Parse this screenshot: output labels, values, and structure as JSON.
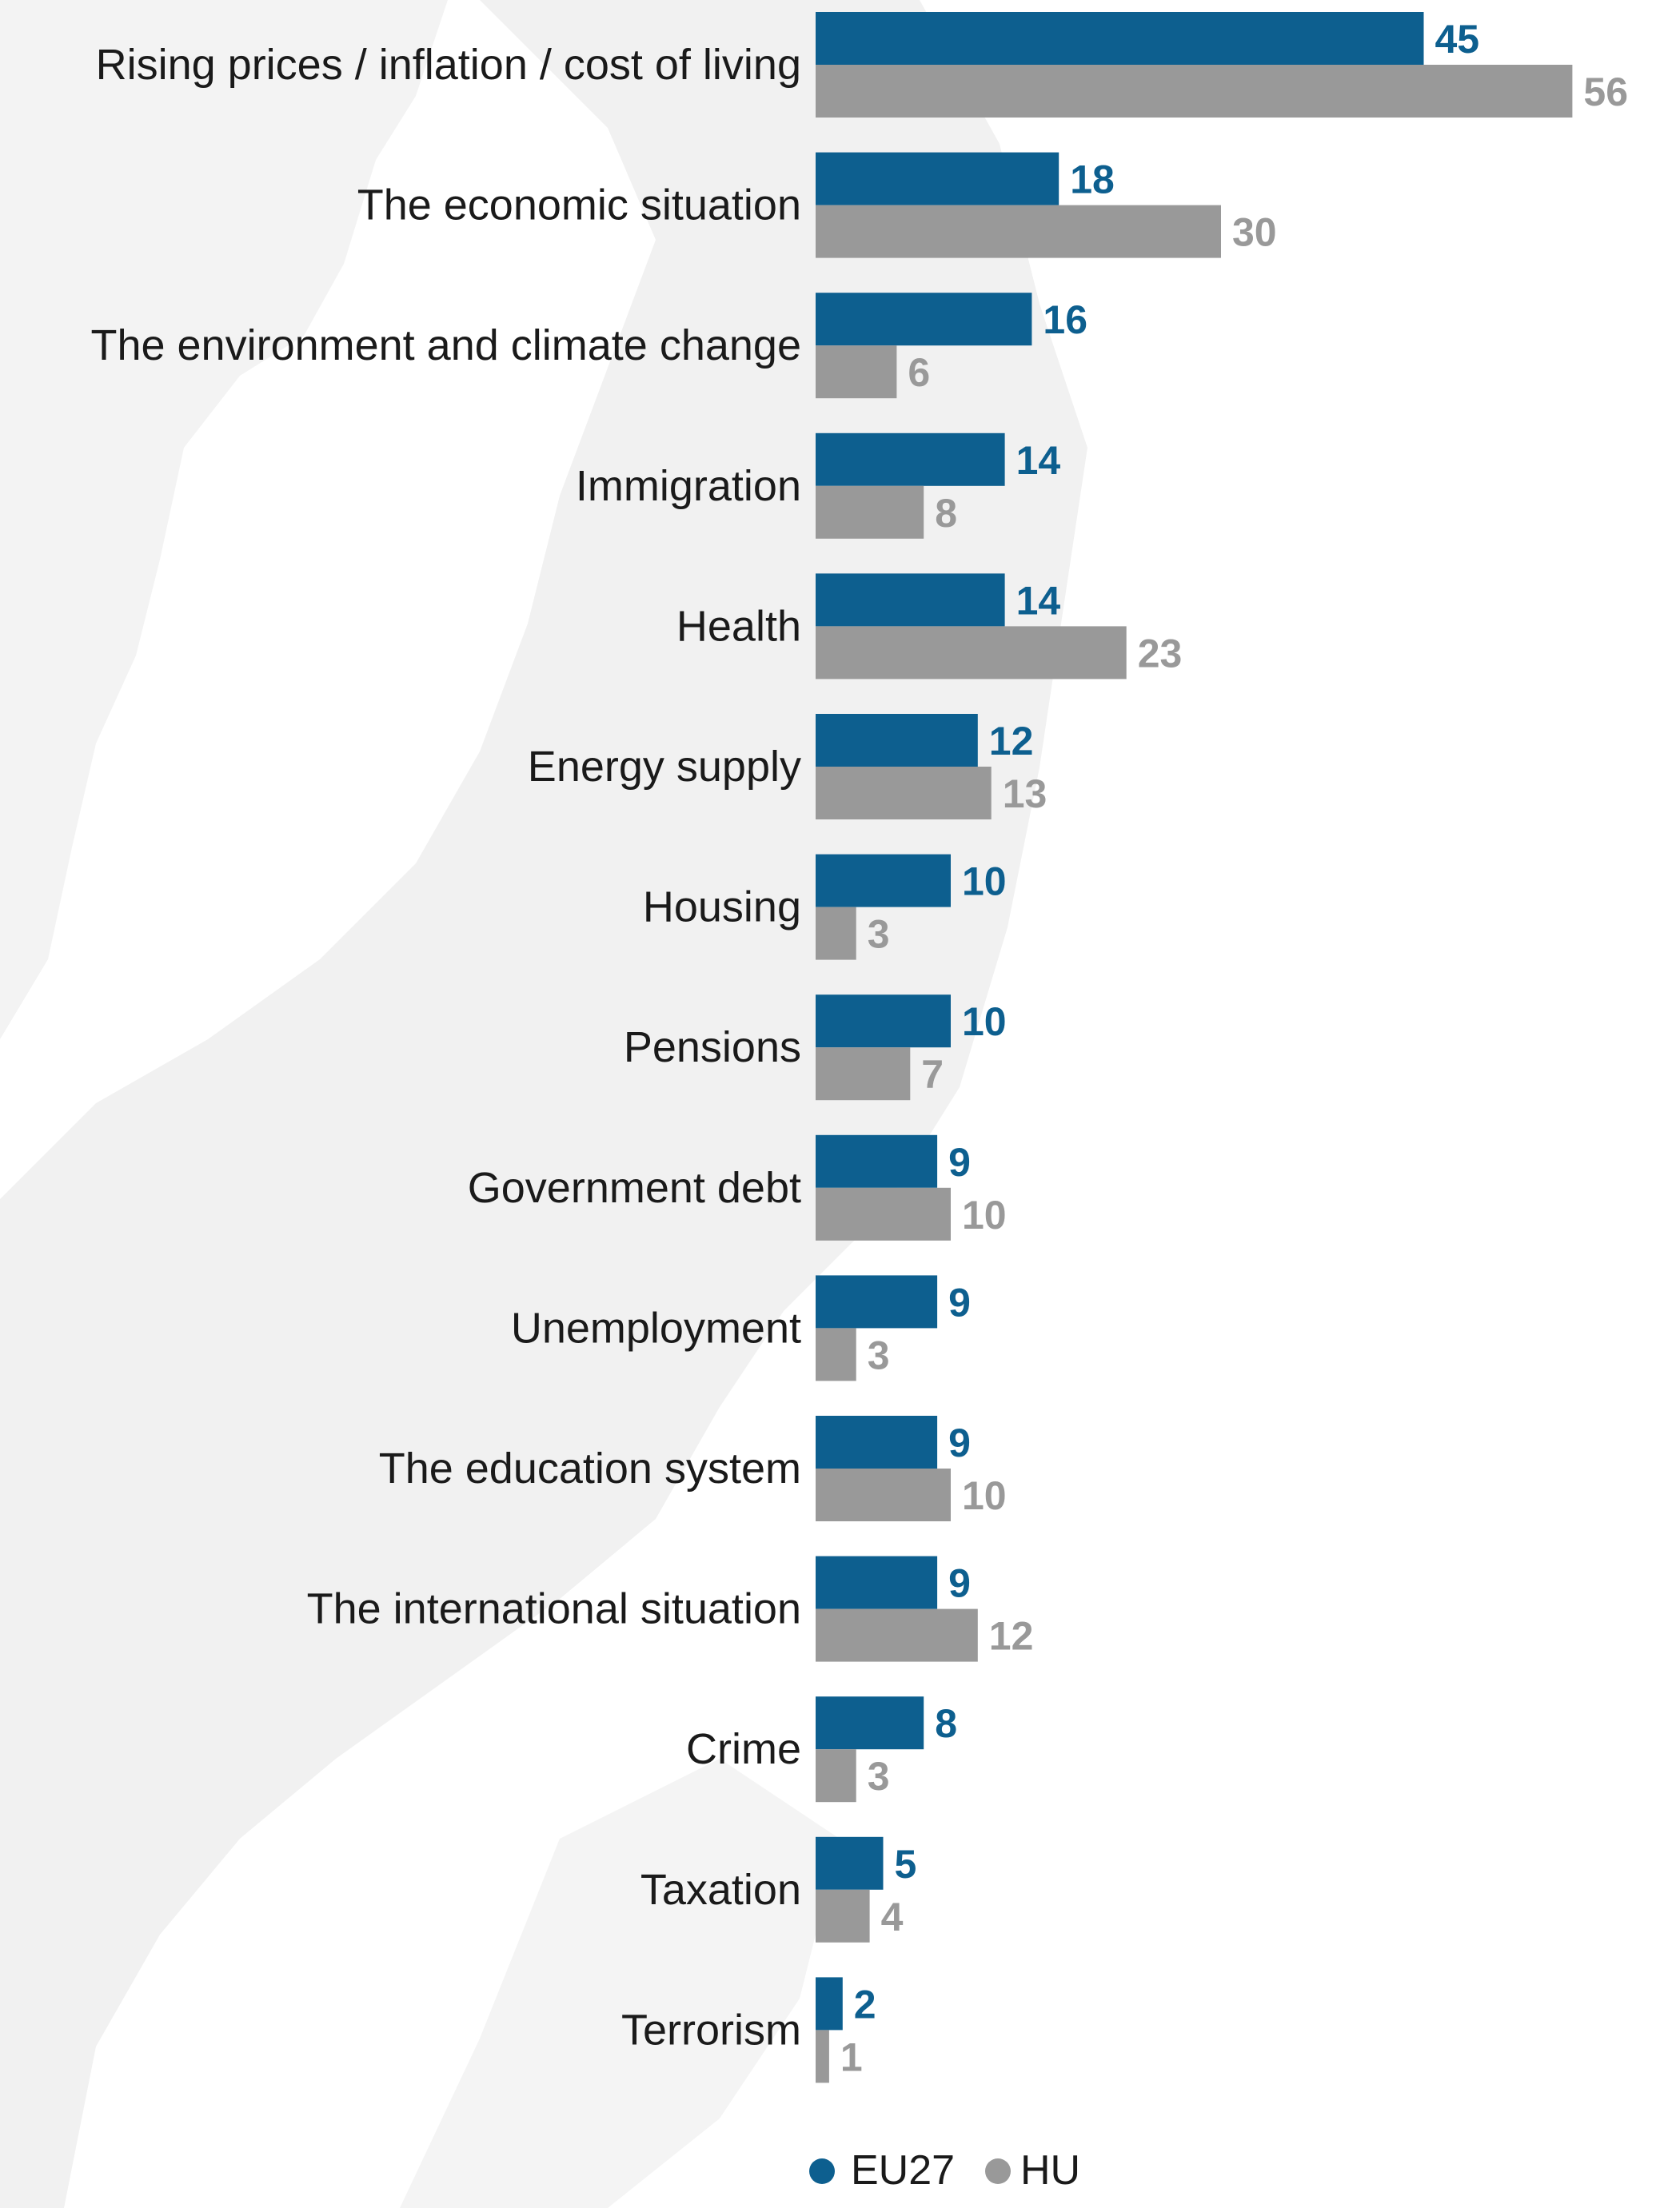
{
  "colors": {
    "eu27": "#0d5f8f",
    "hu": "#999999",
    "eu27_label": "#0d5f8f",
    "hu_label": "#999999",
    "background_map": "#f2f2f2"
  },
  "chart_data": {
    "type": "bar",
    "orientation": "horizontal",
    "categories": [
      "Rising prices / inflation / cost of living",
      "The economic situation",
      "The environment and climate change",
      "Immigration",
      "Health",
      "Energy supply",
      "Housing",
      "Pensions",
      "Government debt",
      "Unemployment",
      "The education system",
      "The international situation",
      "Crime",
      "Taxation",
      "Terrorism"
    ],
    "series": [
      {
        "name": "EU27",
        "values": [
          45,
          18,
          16,
          14,
          14,
          12,
          10,
          10,
          9,
          9,
          9,
          9,
          8,
          5,
          2
        ]
      },
      {
        "name": "HU",
        "values": [
          56,
          30,
          6,
          8,
          23,
          13,
          3,
          7,
          10,
          3,
          10,
          12,
          3,
          4,
          1
        ]
      }
    ],
    "xlim": [
      0,
      60
    ],
    "grid": false,
    "legend_position": "bottom"
  }
}
